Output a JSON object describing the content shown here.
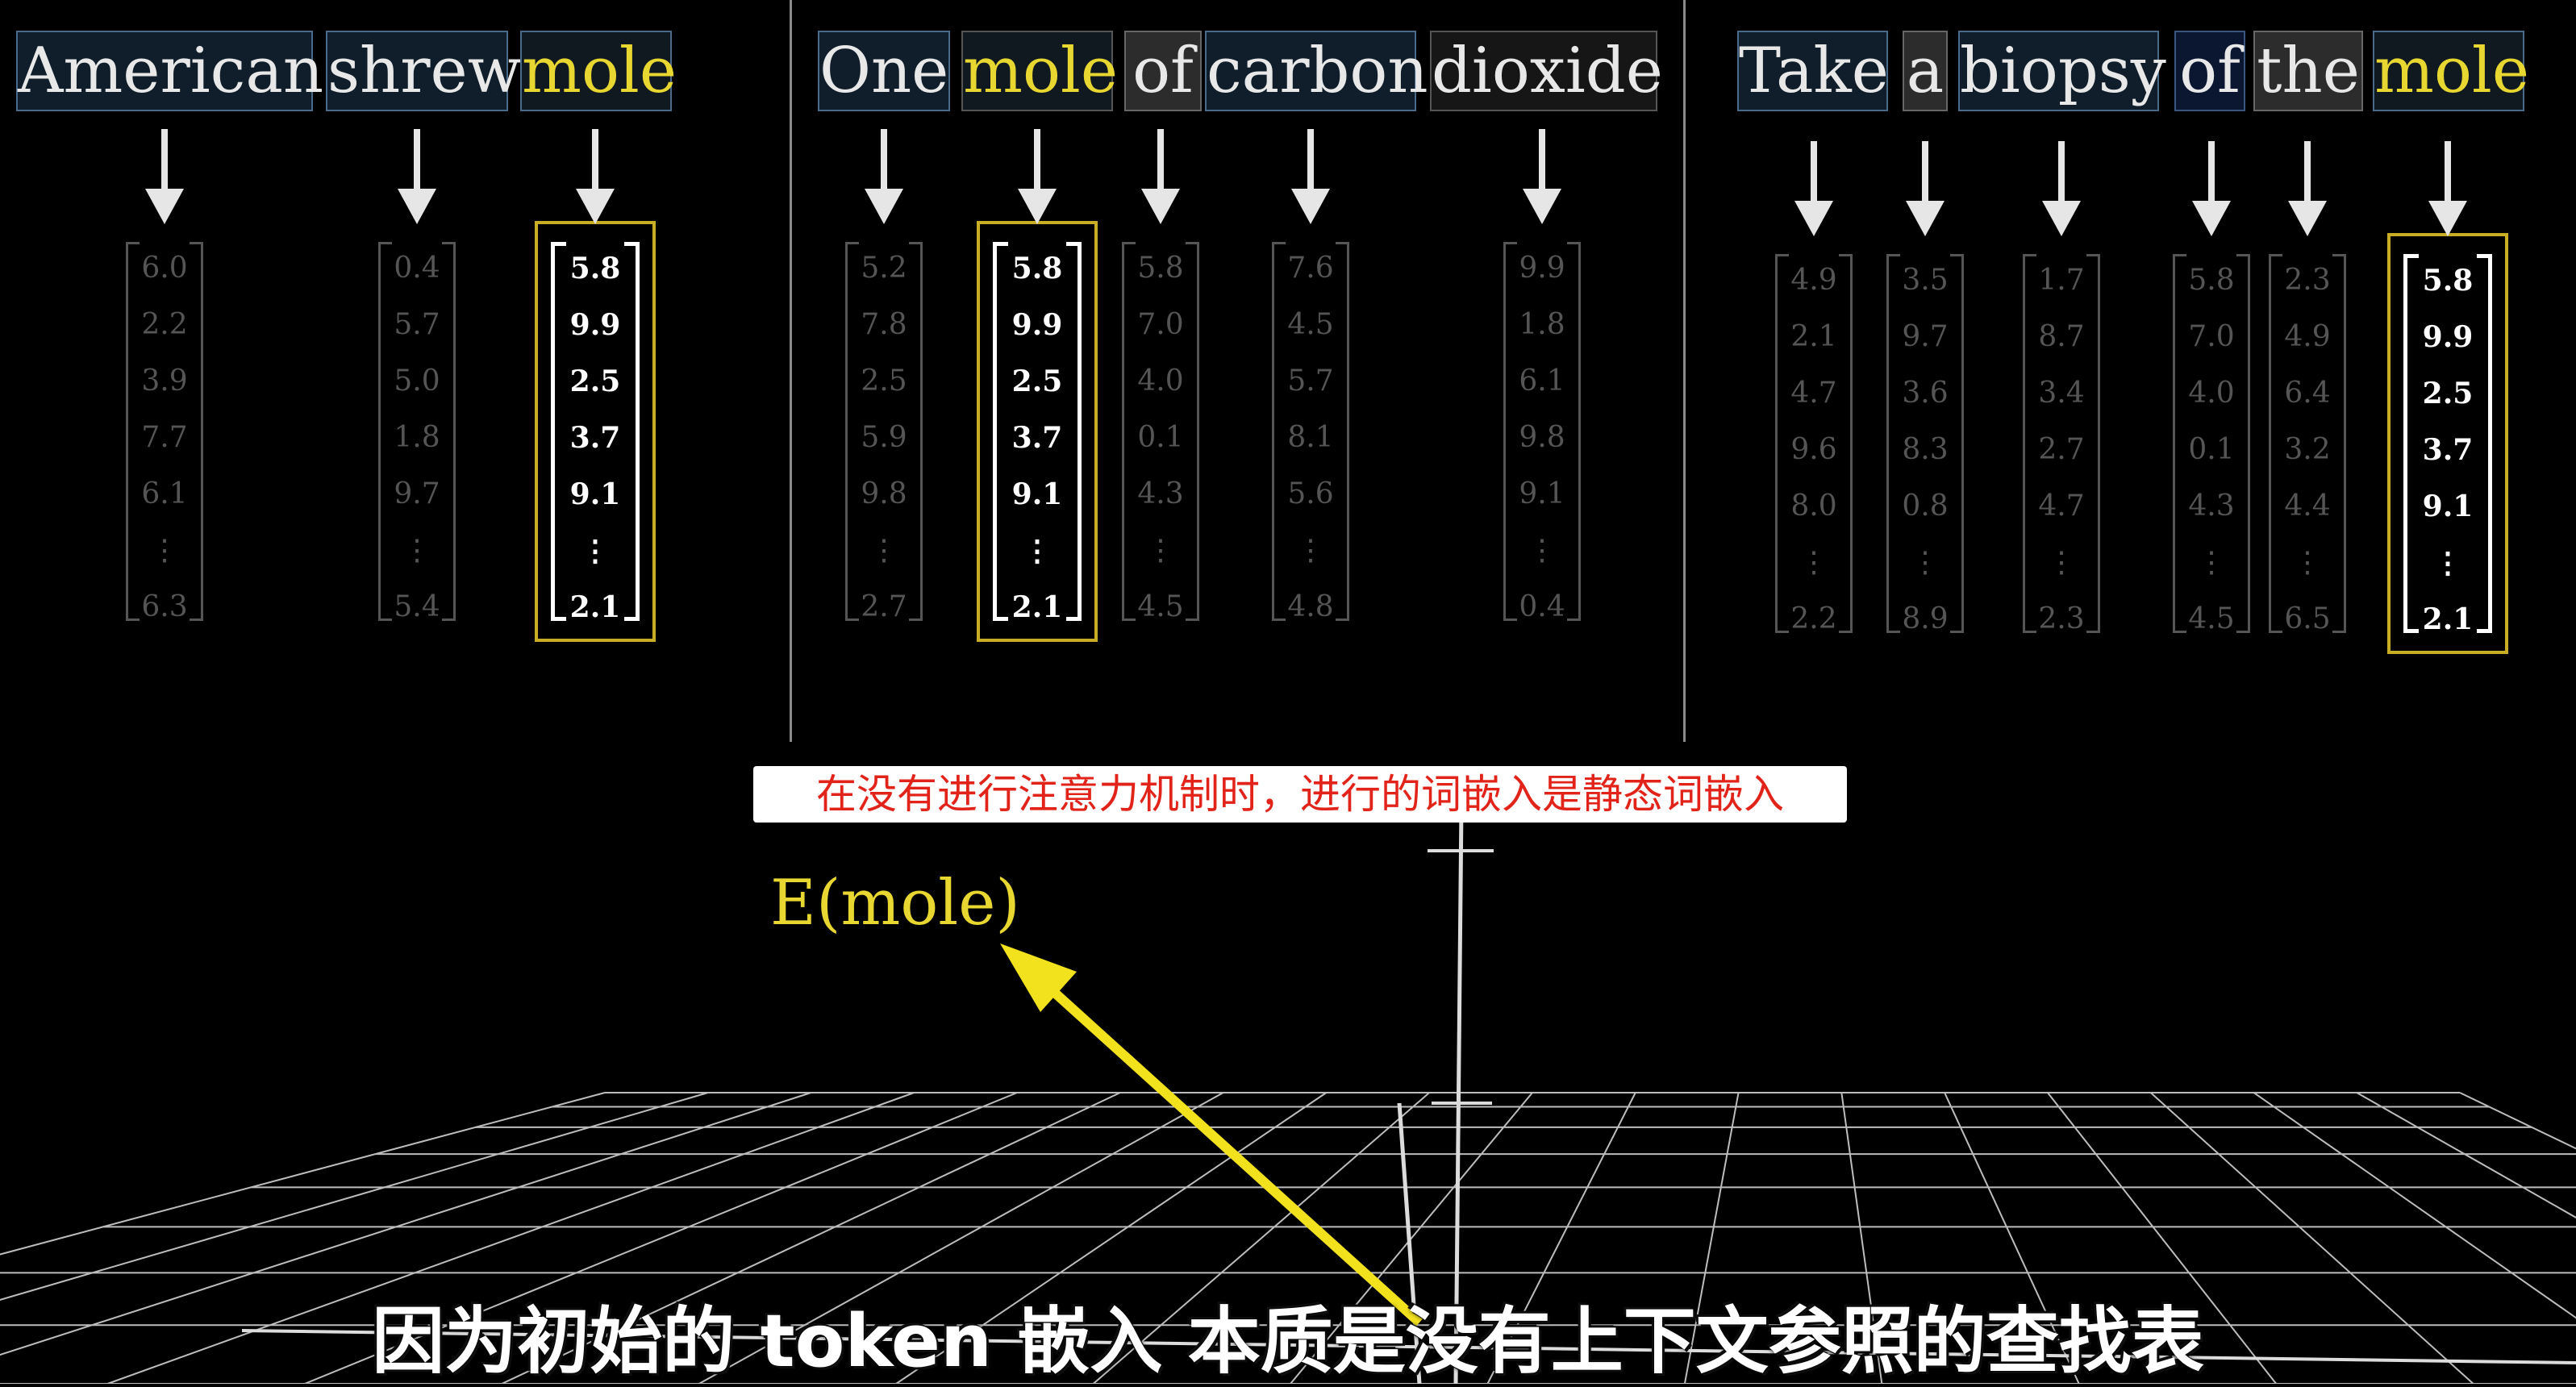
{
  "panels": [
    {
      "tokens": [
        "American",
        "shrew",
        "mole"
      ],
      "vectors": [
        [
          "6.0",
          "2.2",
          "3.9",
          "7.7",
          "6.1",
          "⋮",
          "6.3"
        ],
        [
          "0.4",
          "5.7",
          "5.0",
          "1.8",
          "9.7",
          "⋮",
          "5.4"
        ],
        [
          "5.8",
          "9.9",
          "2.5",
          "3.7",
          "9.1",
          "⋮",
          "2.1"
        ]
      ]
    },
    {
      "tokens": [
        "One",
        "mole",
        "of",
        "carbon",
        "dioxide"
      ],
      "vectors": [
        [
          "5.2",
          "7.8",
          "2.5",
          "5.9",
          "9.8",
          "⋮",
          "2.7"
        ],
        [
          "5.8",
          "9.9",
          "2.5",
          "3.7",
          "9.1",
          "⋮",
          "2.1"
        ],
        [
          "5.8",
          "7.0",
          "4.0",
          "0.1",
          "4.3",
          "⋮",
          "4.5"
        ],
        [
          "7.6",
          "4.5",
          "5.7",
          "8.1",
          "5.6",
          "⋮",
          "4.8"
        ],
        [
          "9.9",
          "1.8",
          "6.1",
          "9.8",
          "9.1",
          "⋮",
          "0.4"
        ]
      ]
    },
    {
      "tokens": [
        "Take",
        "a",
        "biopsy",
        "of",
        "the",
        "mole"
      ],
      "vectors": [
        [
          "4.9",
          "2.1",
          "4.7",
          "9.6",
          "8.0",
          "⋮",
          "2.2"
        ],
        [
          "3.5",
          "9.7",
          "3.6",
          "8.3",
          "0.8",
          "⋮",
          "8.9"
        ],
        [
          "1.7",
          "8.7",
          "3.4",
          "2.7",
          "4.7",
          "⋮",
          "2.3"
        ],
        [
          "5.8",
          "7.0",
          "4.0",
          "0.1",
          "4.3",
          "⋮",
          "4.5"
        ],
        [
          "2.3",
          "4.9",
          "6.4",
          "3.2",
          "4.4",
          "⋮",
          "6.5"
        ],
        [
          "5.8",
          "9.9",
          "2.5",
          "3.7",
          "9.1",
          "⋮",
          "2.1"
        ]
      ]
    }
  ],
  "annotation": "在没有进行注意力机制时，进行的词嵌入是静态词嵌入",
  "embedding_label": "E(mole)",
  "subtitle": "因为初始的 token 嵌入 本质是没有上下文参照的查找表",
  "colors": {
    "highlight": "#e8d631",
    "annotation_text": "#e2231a",
    "arrow": "#f2e11d"
  }
}
